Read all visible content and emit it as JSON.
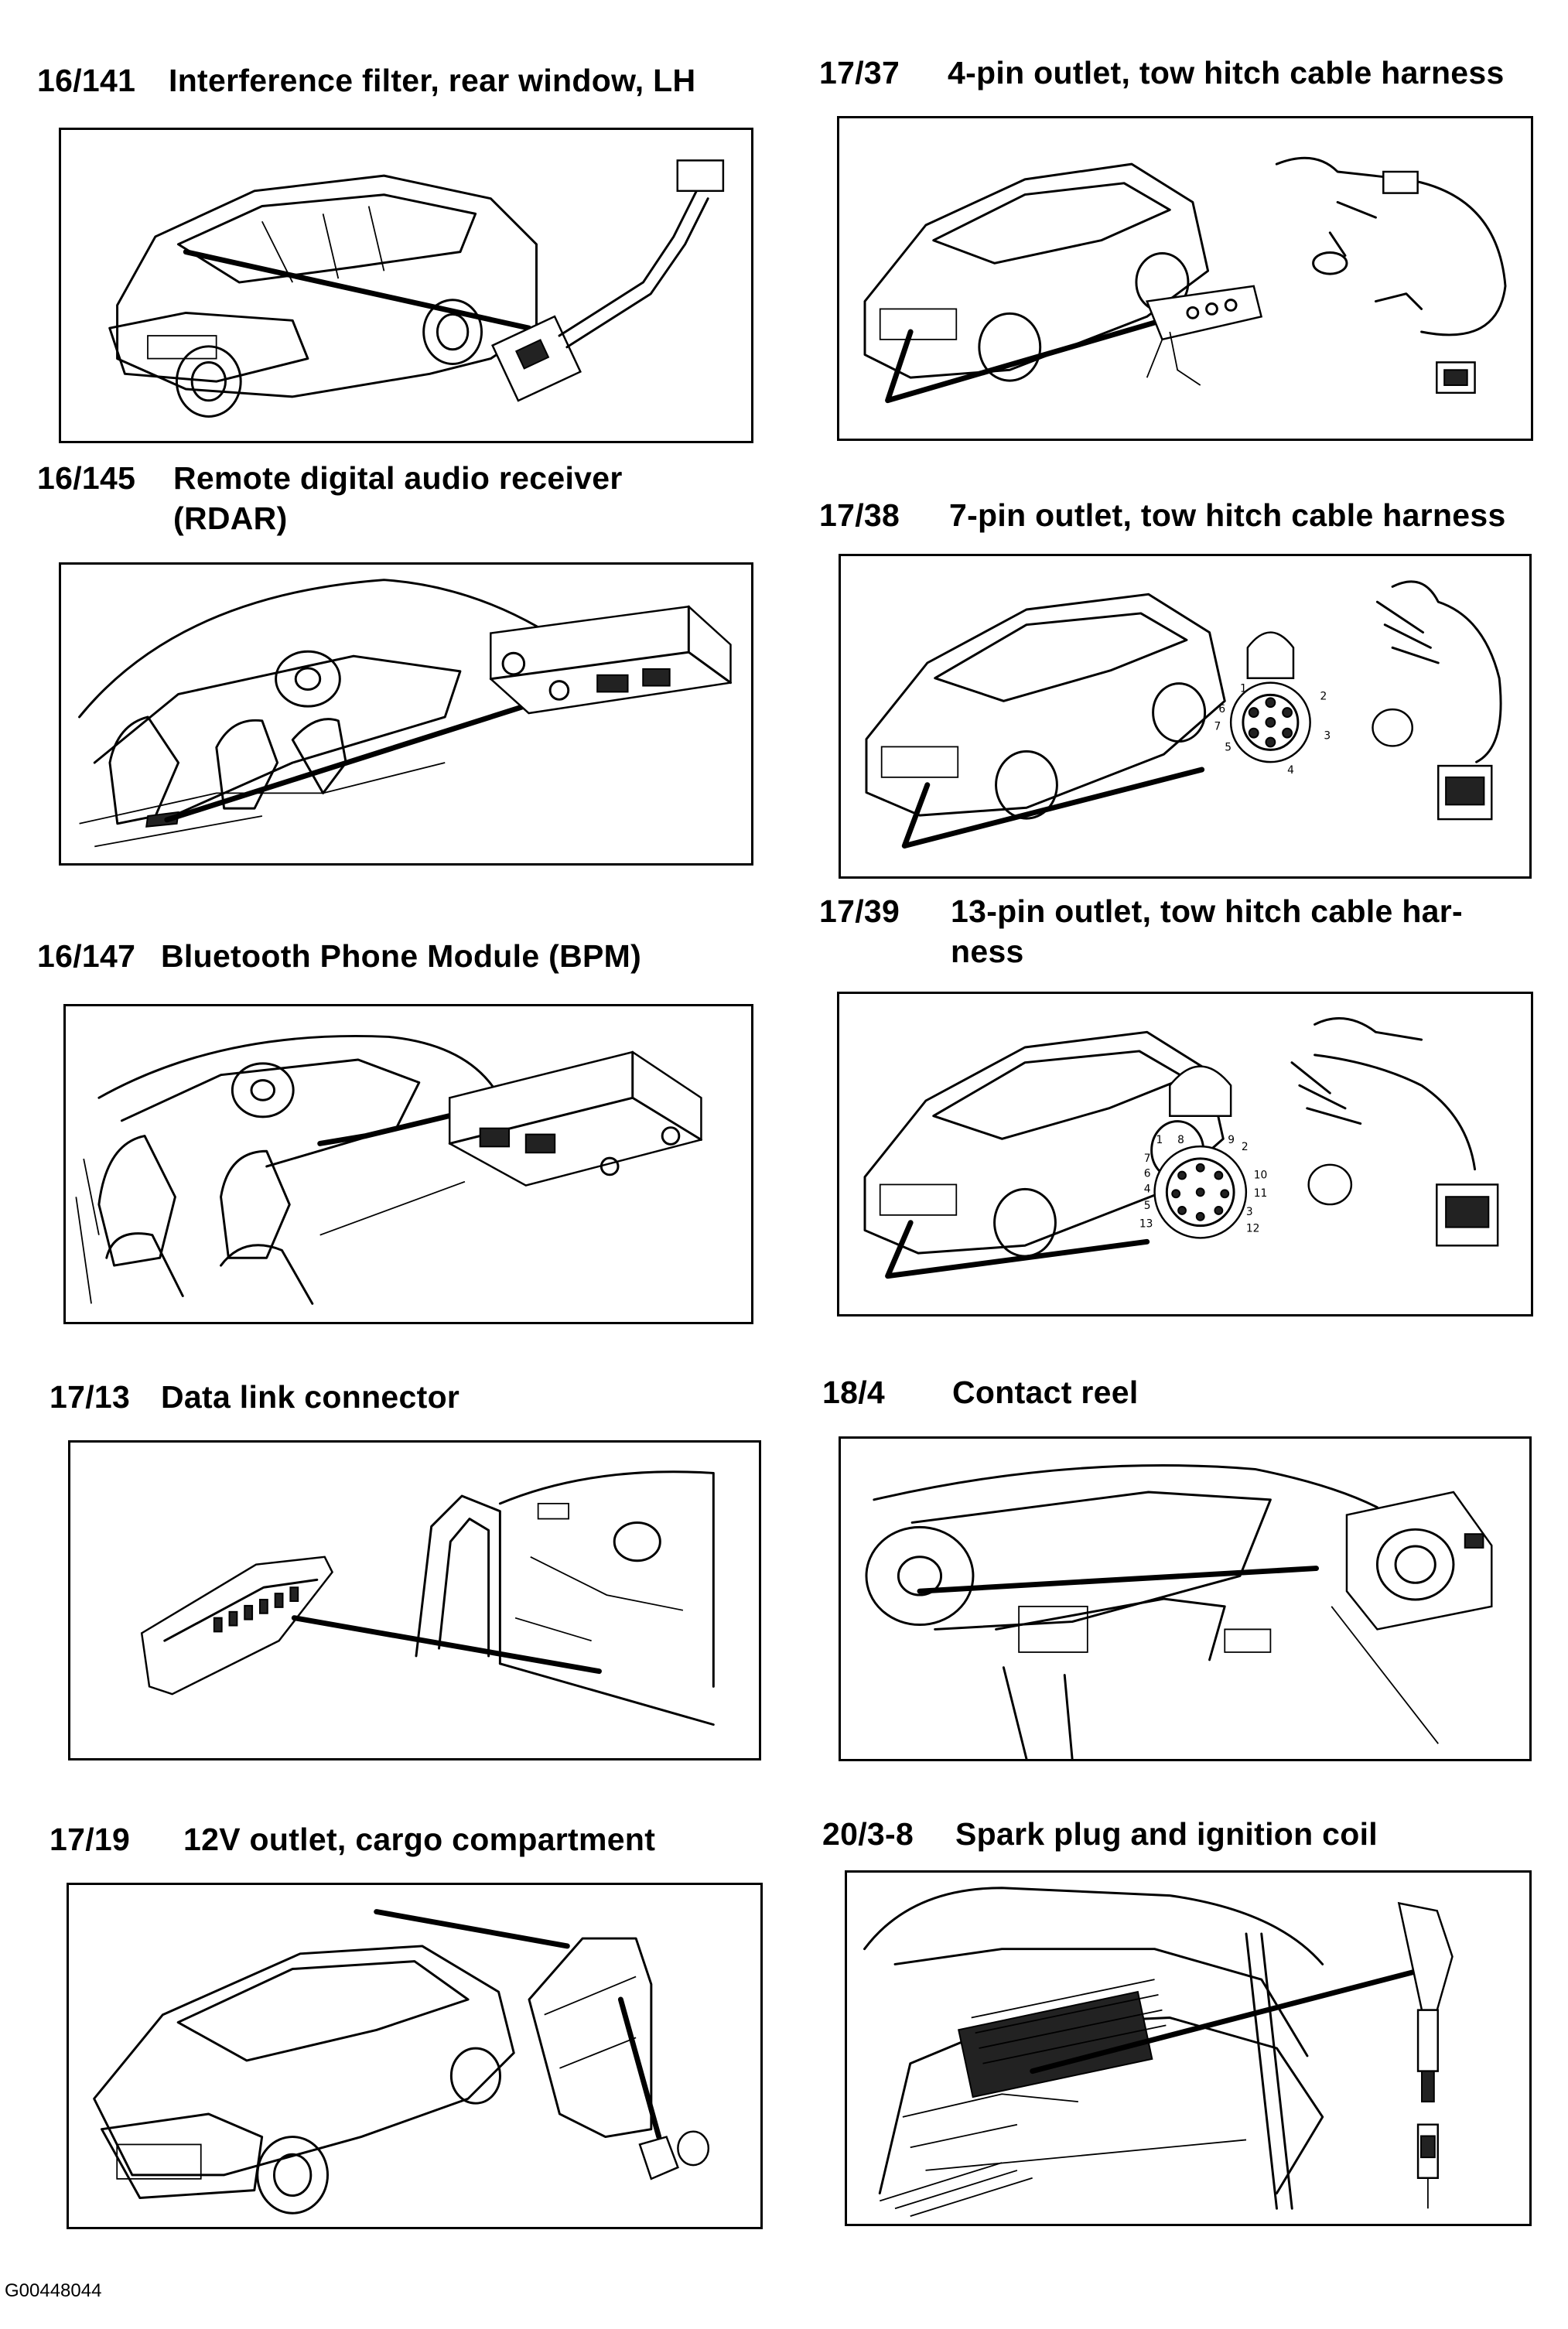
{
  "sections": [
    {
      "code": "16/141",
      "title": "Interference filter, rear window, LH"
    },
    {
      "code": "16/145",
      "title": "Remote digital audio receiver\n(RDAR)"
    },
    {
      "code": "16/147",
      "title": "Bluetooth Phone Module (BPM)"
    },
    {
      "code": "17/13",
      "title": "Data link connector"
    },
    {
      "code": "17/19",
      "title": "12V outlet, cargo compartment"
    },
    {
      "code": "17/37",
      "title": "4-pin outlet, tow hitch cable harness"
    },
    {
      "code": "17/38",
      "title": "7-pin outlet, tow hitch cable harness"
    },
    {
      "code": "17/39",
      "title": "13-pin outlet, tow hitch cable har-\nness"
    },
    {
      "code": "18/4",
      "title": "Contact reel"
    },
    {
      "code": "20/3-8",
      "title": "Spark plug and ignition coil"
    }
  ],
  "pin_labels_7": [
    "1",
    "2",
    "3",
    "4",
    "5",
    "6",
    "7"
  ],
  "pin_labels_13": [
    "1",
    "2",
    "3",
    "4",
    "5",
    "6",
    "7",
    "8",
    "9",
    "10",
    "11",
    "12",
    "13"
  ],
  "footer": {
    "figure_id": "G00448044"
  }
}
